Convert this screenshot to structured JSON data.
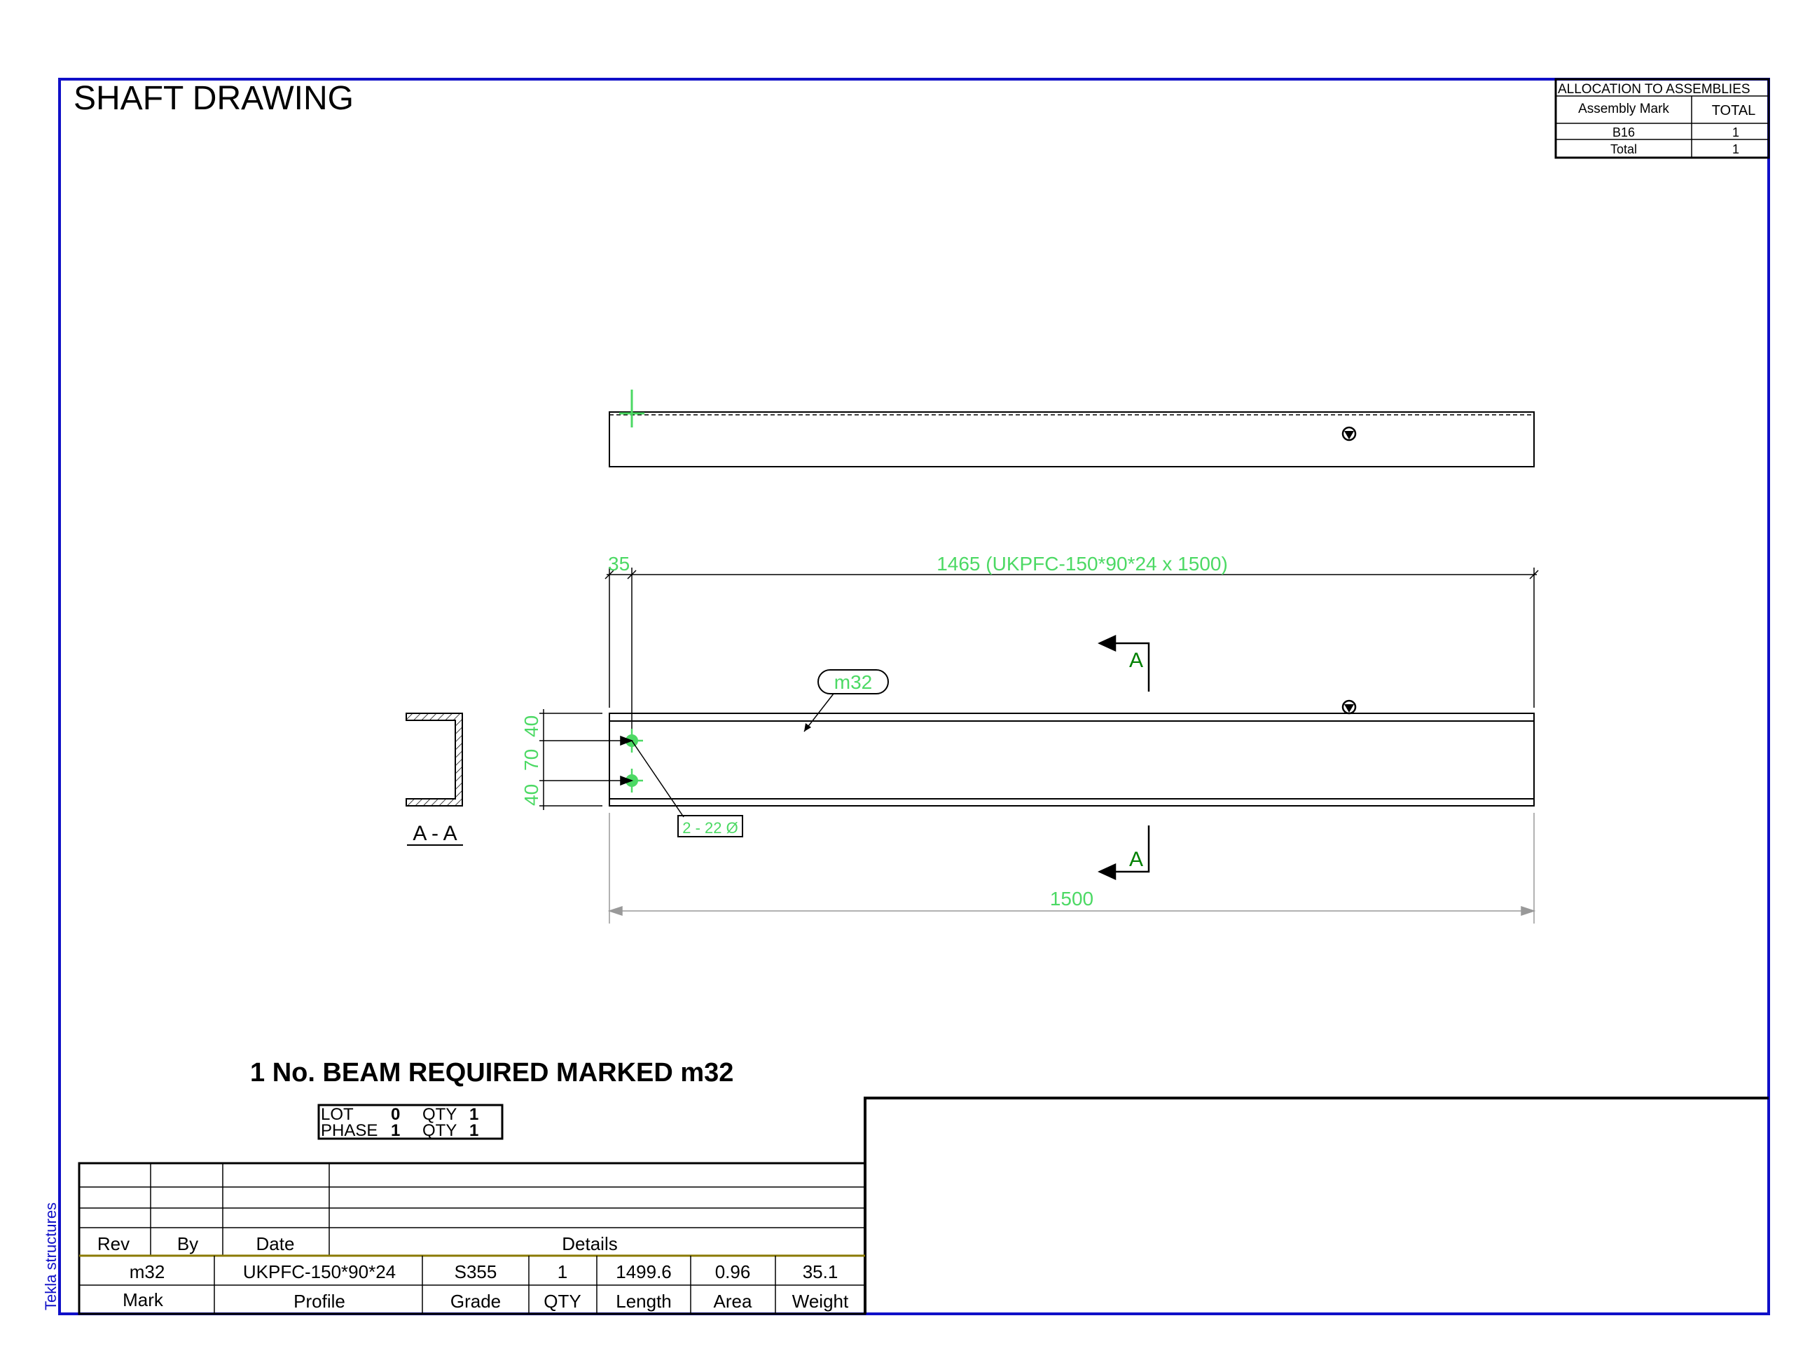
{
  "title": "SHAFT DRAWING",
  "side_label": "Tekla structures",
  "colors": {
    "frame": "#1010c8",
    "dim": "#4cd964",
    "dark_green": "#008000",
    "ink": "#000000",
    "rule": "#8a7a00"
  },
  "allocation": {
    "header": "ALLOCATION TO ASSEMBLIES",
    "col_mark": "Assembly Mark",
    "col_total": "TOTAL",
    "rows": [
      {
        "mark": "B16",
        "total": "1"
      },
      {
        "mark": "Total",
        "total": "1"
      }
    ]
  },
  "dims": {
    "d35": "35",
    "d1465": "1465 (UKPFC-150*90*24 x 1500)",
    "d1500": "1500",
    "v40a": "40",
    "v70": "70",
    "v40b": "40",
    "hole_label": "2 - 22 Ø"
  },
  "part_mark": "m32",
  "section": {
    "letter_top": "A",
    "letter_bottom": "A",
    "label": "A - A"
  },
  "required": "1 No. BEAM REQUIRED MARKED m32",
  "lot_box": {
    "lot_label": "LOT",
    "lot_value": "0",
    "phase_label": "PHASE",
    "phase_value": "1",
    "qty_label": "QTY",
    "qty_value_1": "1",
    "qty_value_2": "1"
  },
  "revision": {
    "rev": "Rev",
    "by": "By",
    "date": "Date",
    "details": "Details"
  },
  "part_table": {
    "values": {
      "mark": "m32",
      "profile": "UKPFC-150*90*24",
      "grade": "S355",
      "qty": "1",
      "length": "1499.6",
      "area": "0.96",
      "weight": "35.1"
    },
    "headers": {
      "mark": "Mark",
      "profile": "Profile",
      "grade": "Grade",
      "qty": "QTY",
      "length": "Length",
      "area": "Area",
      "weight": "Weight"
    }
  }
}
